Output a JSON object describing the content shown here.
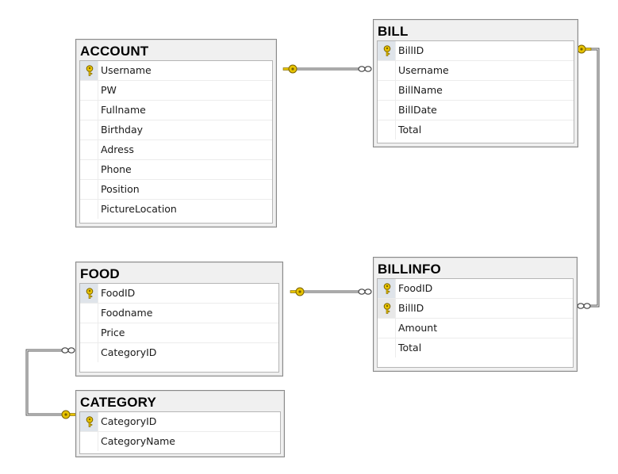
{
  "tables": [
    {
      "id": "account",
      "name": "ACCOUNT",
      "columns": [
        {
          "name": "Username",
          "key": true
        },
        {
          "name": "PW",
          "key": false
        },
        {
          "name": "Fullname",
          "key": false
        },
        {
          "name": "Birthday",
          "key": false
        },
        {
          "name": "Adress",
          "key": false
        },
        {
          "name": "Phone",
          "key": false
        },
        {
          "name": "Position",
          "key": false
        },
        {
          "name": "PictureLocation",
          "key": false
        }
      ]
    },
    {
      "id": "bill",
      "name": "BILL",
      "columns": [
        {
          "name": "BillID",
          "key": true
        },
        {
          "name": "Username",
          "key": false
        },
        {
          "name": "BillName",
          "key": false
        },
        {
          "name": "BillDate",
          "key": false
        },
        {
          "name": "Total",
          "key": false
        }
      ]
    },
    {
      "id": "food",
      "name": "FOOD",
      "columns": [
        {
          "name": "FoodID",
          "key": true
        },
        {
          "name": "Foodname",
          "key": false
        },
        {
          "name": "Price",
          "key": false
        },
        {
          "name": "CategoryID",
          "key": false
        }
      ]
    },
    {
      "id": "billinfo",
      "name": "BILLINFO",
      "columns": [
        {
          "name": "FoodID",
          "key": true
        },
        {
          "name": "BillID",
          "key": true
        },
        {
          "name": "Amount",
          "key": false
        },
        {
          "name": "Total",
          "key": false
        }
      ]
    },
    {
      "id": "category",
      "name": "CATEGORY",
      "columns": [
        {
          "name": "CategoryID",
          "key": true
        },
        {
          "name": "CategoryName",
          "key": false
        }
      ]
    }
  ],
  "relationships": [
    {
      "one": "ACCOUNT",
      "many": "BILL"
    },
    {
      "one": "BILL",
      "many": "BILLINFO"
    },
    {
      "one": "FOOD",
      "many": "BILLINFO"
    },
    {
      "one": "CATEGORY",
      "many": "FOOD"
    }
  ],
  "colors": {
    "key_gold": "#e8c400",
    "key_outline": "#7a6200",
    "connector": "#555555"
  }
}
